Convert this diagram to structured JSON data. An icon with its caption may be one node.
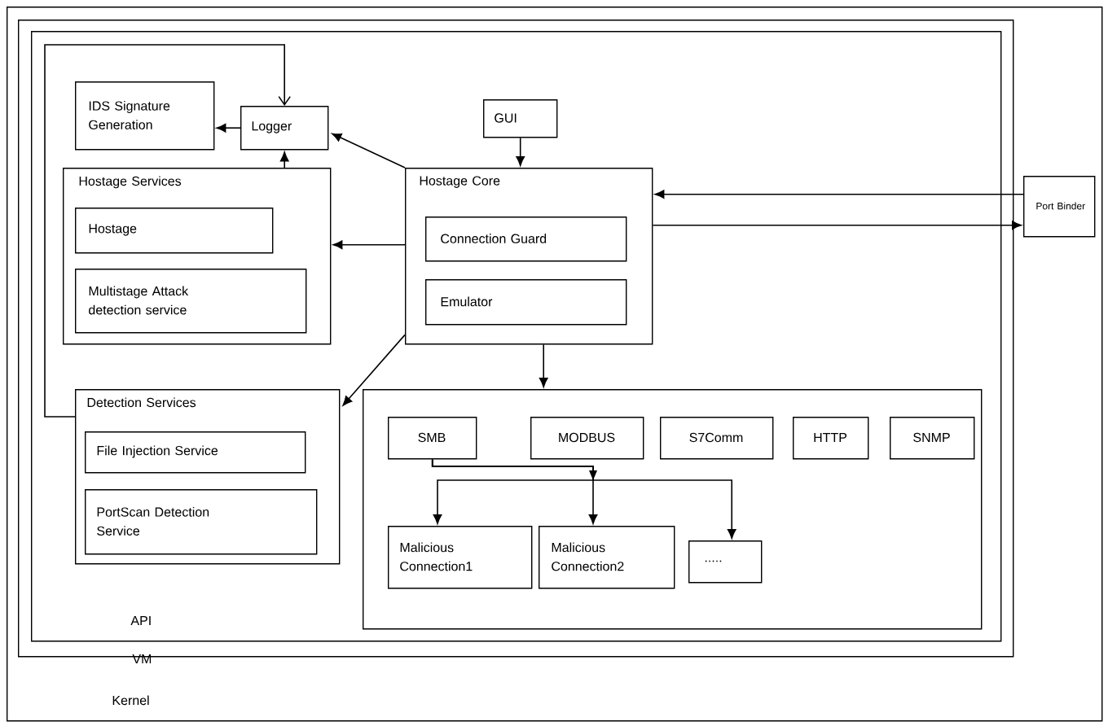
{
  "diagram": {
    "nodes": [
      {
        "text": [
          "Kernel"
        ]
      },
      {
        "text": [
          "VM"
        ],
        "in": 0
      },
      {
        "text": [
          "API"
        ],
        "in": 1
      },
      {
        "text": [
          "IDS Signature Generation"
        ],
        "in": 2
      },
      {
        "text": [
          "Logger"
        ],
        "in": 2
      },
      {
        "text": [
          "GUI"
        ],
        "in": 2
      },
      {
        "text": [
          "Hostage Services"
        ],
        "in": 2
      },
      {
        "text": [
          "Hostage"
        ],
        "in": 6
      },
      {
        "text": [
          "Multistage Attack detection service"
        ],
        "in": 6
      },
      {
        "text": [
          "Hostage Core"
        ],
        "in": 2
      },
      {
        "text": [
          "Connection Guard"
        ],
        "in": 9
      },
      {
        "text": [
          "Emulator"
        ],
        "in": 9
      },
      {
        "text": [
          "Port Binder"
        ],
        "in": 0
      },
      {
        "text": [
          "Detection Services"
        ],
        "in": 2
      },
      {
        "text": [
          "File Injection Service"
        ],
        "in": 13
      },
      {
        "text": [
          "PortScan Detection Service"
        ],
        "in": 13
      },
      {
        "text": [],
        "shape": "box",
        "in": 2
      },
      {
        "text": [
          "SMB"
        ],
        "in": 16
      },
      {
        "text": [
          "MODBUS"
        ],
        "in": 16
      },
      {
        "text": [
          "S7Comm"
        ],
        "in": 16
      },
      {
        "text": [
          "HTTP"
        ],
        "in": 16
      },
      {
        "text": [
          "SNMP"
        ],
        "in": 16
      },
      {
        "text": [
          "Malicious Connection1"
        ],
        "in": 16
      },
      {
        "text": [
          "Malicious Connection2"
        ],
        "in": 16
      },
      {
        "text": [
          "....."
        ],
        "in": 16
      }
    ],
    "edges": [
      {
        "from": 13,
        "to": 4,
        "arrow": "to"
      },
      {
        "from": 4,
        "to": 3,
        "arrow": "to"
      },
      {
        "from": 6,
        "to": 4,
        "arrow": "to"
      },
      {
        "from": 9,
        "to": 4,
        "arrow": "to"
      },
      {
        "from": 5,
        "to": 9,
        "arrow": "to"
      },
      {
        "from": 12,
        "to": 9,
        "arrow": "to"
      },
      {
        "from": 9,
        "to": 12,
        "arrow": "to"
      },
      {
        "from": 9,
        "to": 6,
        "arrow": "to"
      },
      {
        "from": 9,
        "to": 13,
        "arrow": "to"
      },
      {
        "from": 9,
        "to": 16,
        "arrow": "to"
      },
      {
        "from": 17,
        "to": 22,
        "arrow": "to"
      },
      {
        "from": 17,
        "to": 23,
        "arrow": "to"
      },
      {
        "from": 17,
        "to": 24,
        "arrow": "to"
      }
    ]
  }
}
